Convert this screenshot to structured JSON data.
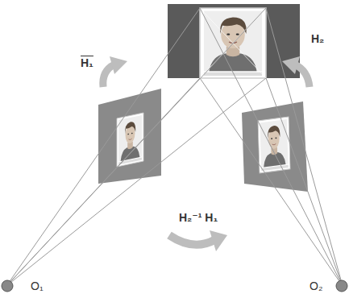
{
  "diagram": {
    "labels": [
      "H₁",
      "H₂",
      "H₂⁻¹ H₁",
      "O₁",
      "O₂"
    ]
  }
}
